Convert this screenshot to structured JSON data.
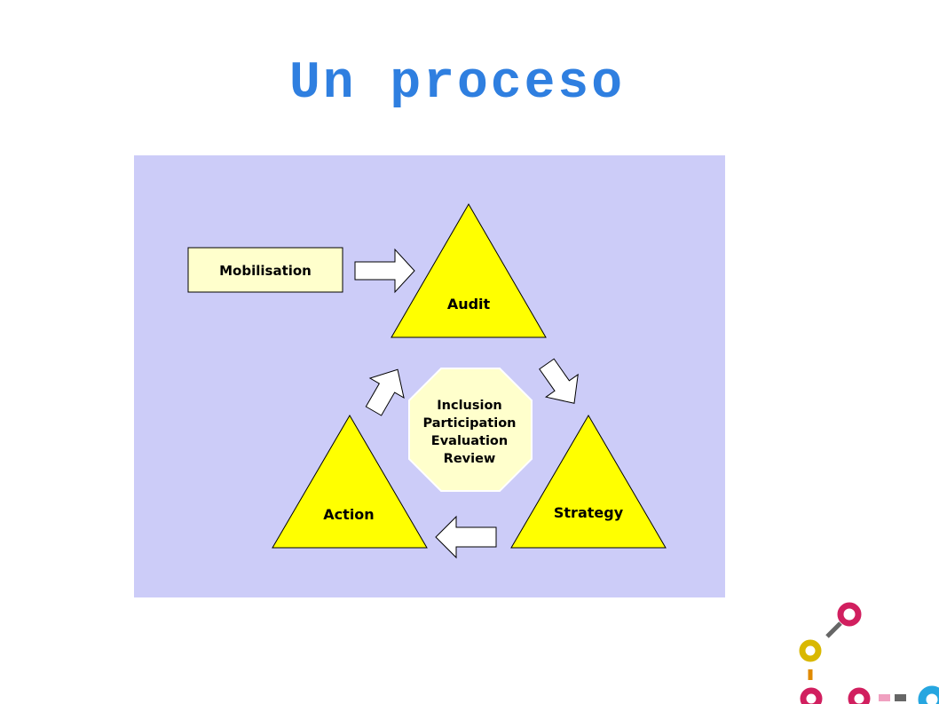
{
  "title": "Un proceso",
  "diagram": {
    "mobilisation": "Mobilisation",
    "audit": "Audit",
    "strategy": "Strategy",
    "action": "Action",
    "center": [
      "Inclusion",
      "Participation",
      "Evaluation",
      "Review"
    ]
  },
  "colors": {
    "title": "#2f7fe0",
    "panel": "#ccccf8",
    "triangle": "#ffff00",
    "box": "#ffffcc",
    "arrow": "#ffffff"
  }
}
